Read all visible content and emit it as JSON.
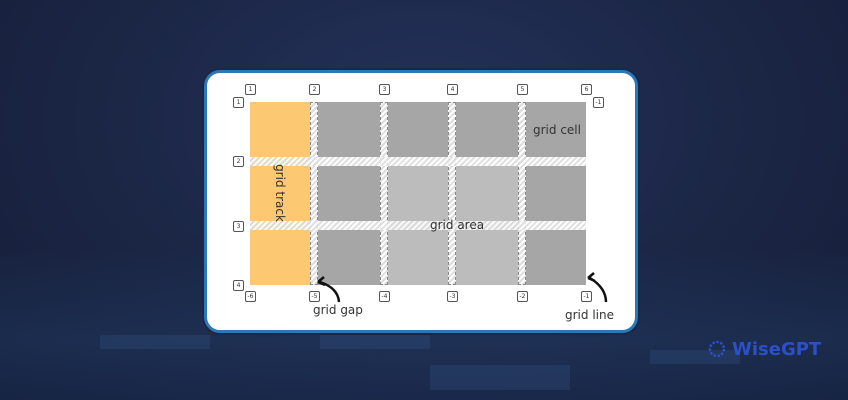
{
  "diagram": {
    "top_lines": [
      "1",
      "2",
      "3",
      "4",
      "5",
      "6"
    ],
    "left_lines": [
      "1",
      "2",
      "3",
      "4"
    ],
    "right_line": "-1",
    "bottom_lines": [
      "-6",
      "-5",
      "-4",
      "-3",
      "-2",
      "-1"
    ],
    "labels": {
      "grid_cell": "grid cell",
      "grid_track": "grid track",
      "grid_area": "grid area",
      "grid_gap": "grid gap",
      "grid_line": "grid line"
    },
    "colors": {
      "track": "#fcc872",
      "cell": "#a6a6a6",
      "area": "#bcbcbc",
      "card_border": "#2a78b8"
    }
  },
  "brand": {
    "logo_text": "WiseGPT"
  }
}
